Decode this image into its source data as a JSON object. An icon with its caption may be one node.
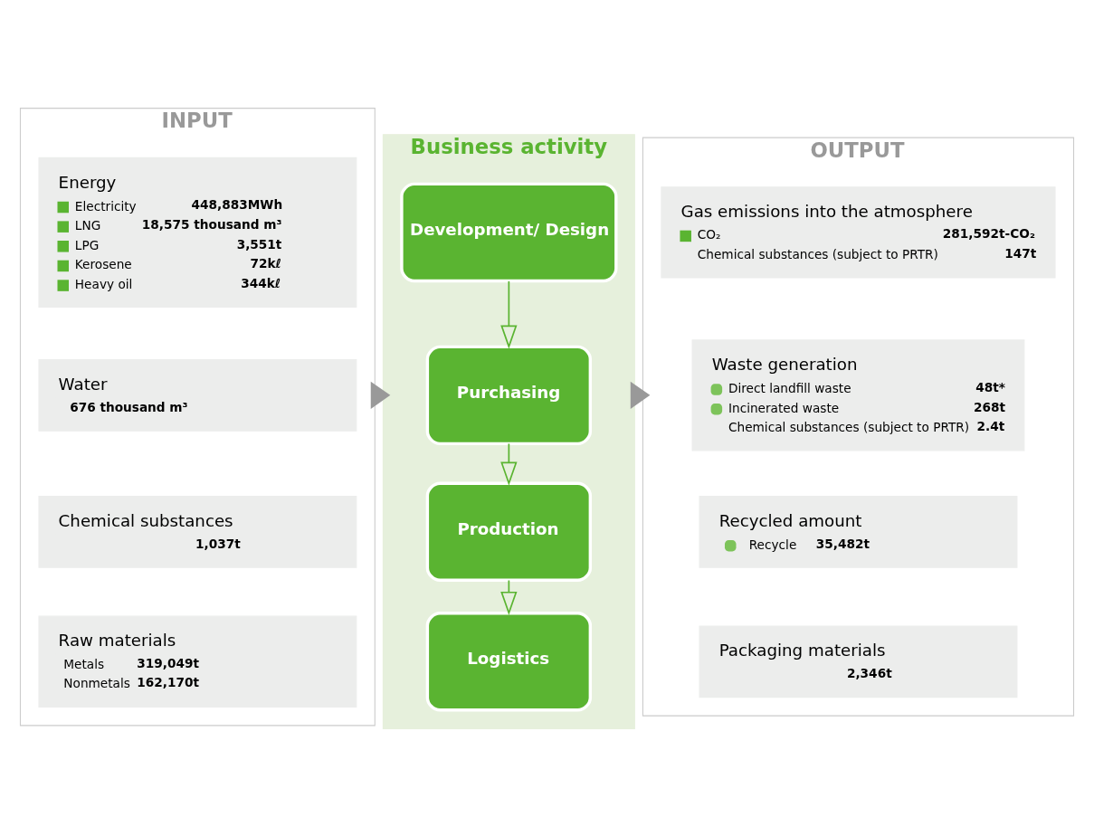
{
  "diagram": {
    "nodes": [
      {
        "text": [
          "INPUT"
        ]
      },
      {
        "text": [
          "Energy",
          "Electricity",
          "448,883MWh",
          "LNG",
          "18,575 thousand m³",
          "LPG",
          "3,551t",
          "Kerosene",
          "72kℓ",
          "Heavy oil",
          "344kℓ"
        ],
        "in": 0
      },
      {
        "text": [
          "Water",
          "676 thousand m³"
        ],
        "in": 0
      },
      {
        "text": [
          "Chemical substances",
          "1,037t"
        ],
        "in": 0
      },
      {
        "text": [
          "Raw materials",
          "Metals",
          "319,049t",
          "Nonmetals",
          "162,170t"
        ],
        "in": 0
      },
      {
        "text": [
          "Business activity"
        ]
      },
      {
        "text": [
          "Development/ Design"
        ],
        "in": 5
      },
      {
        "text": [
          "Purchasing"
        ],
        "in": 5
      },
      {
        "text": [
          "Production"
        ],
        "in": 5
      },
      {
        "text": [
          "Logistics"
        ],
        "in": 5
      },
      {
        "text": [
          "OUTPUT"
        ]
      },
      {
        "text": [
          "Gas emissions into the atmosphere",
          "CO₂",
          "281,592t-CO₂",
          "Chemical substances (subject to PRTR)",
          "147t"
        ],
        "in": 10
      },
      {
        "text": [
          "Waste generation",
          "Direct landfill waste",
          "48t*",
          "Incinerated waste",
          "268t",
          "Chemical substances (subject to PRTR)",
          "2.4t"
        ],
        "in": 10
      },
      {
        "text": [
          "Recycled amount",
          "Recycle",
          "35,482t"
        ],
        "in": 10
      },
      {
        "text": [
          "Packaging materials",
          "2,346t"
        ],
        "in": 10
      }
    ],
    "edges": [
      {
        "from": 0,
        "to": 5,
        "arrow": "to",
        "style": "thick",
        "color": "#999999"
      },
      {
        "from": 6,
        "to": 7,
        "arrow": "to"
      },
      {
        "from": 7,
        "to": 8,
        "arrow": "to"
      },
      {
        "from": 8,
        "to": 9,
        "arrow": "to"
      },
      {
        "from": 5,
        "to": 10,
        "arrow": "to",
        "style": "thick",
        "color": "#999999"
      }
    ]
  }
}
